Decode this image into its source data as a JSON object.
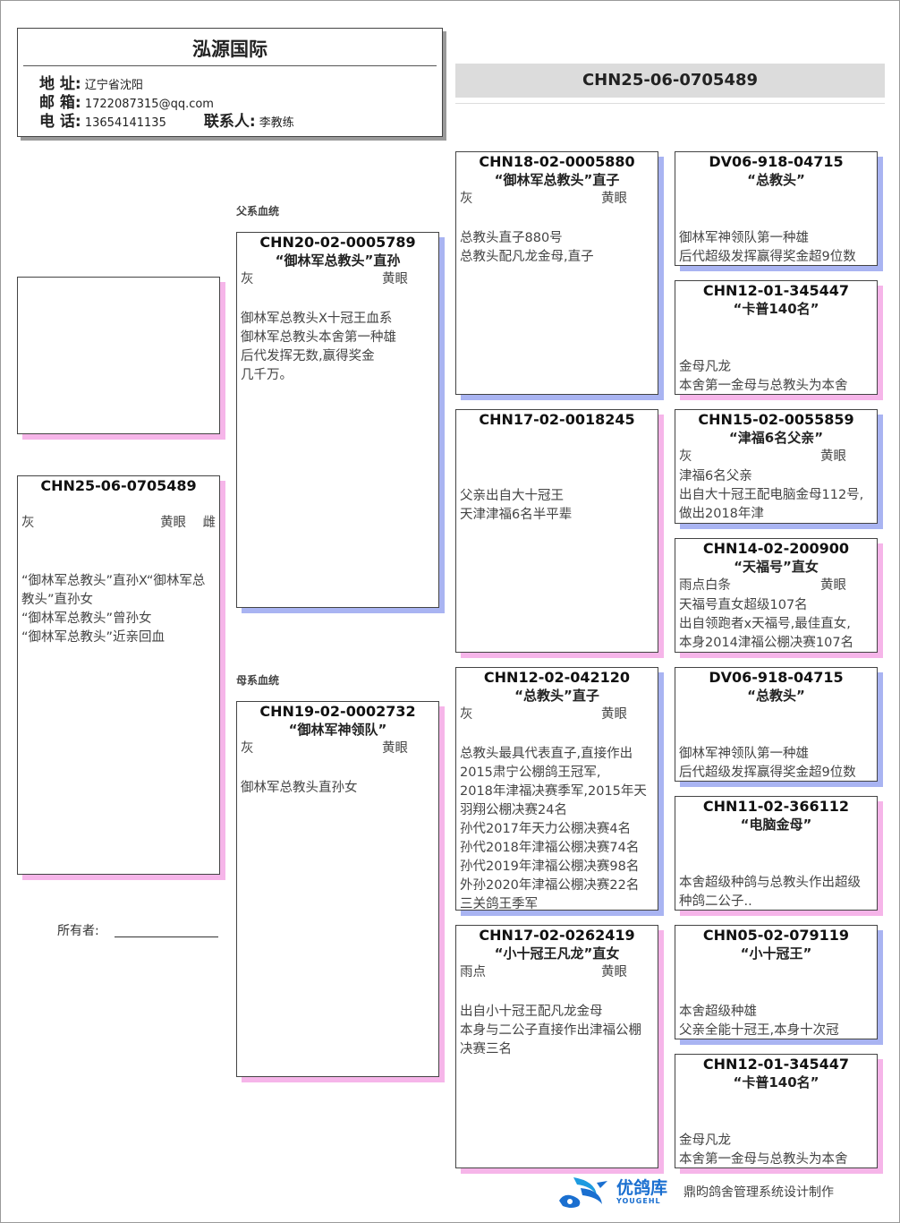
{
  "header": {
    "loft_name": "泓源国际",
    "address_label": "地 址:",
    "address": "辽宁省沈阳",
    "email_label": "邮 箱:",
    "email": "1722087315@qq.com",
    "phone_label": "电 话:",
    "phone": "13654141135",
    "contact_label": "联系人:",
    "contact": "李教练"
  },
  "top_ring": "CHN25-06-0705489",
  "labels": {
    "paternal": "父系血统",
    "maternal": "母系血统",
    "owner": "所有者:"
  },
  "cards": {
    "subject": {
      "ring": "CHN25-06-0705489",
      "name": "",
      "color": "灰",
      "eye": "黄眼",
      "sex": "雌",
      "notes": "“御林军总教头”直孙X“御林军总教头”直孙女\n“御林军总教头”曾孙女\n“御林军总教头”近亲回血"
    },
    "sire": {
      "ring": "CHN20-02-0005789",
      "name": "“御林军总教头”直孙",
      "color": "灰",
      "eye": "黄眼",
      "notes": "御林军总教头X十冠王血系\n御林军总教头本舍第一种雄\n后代发挥无数,赢得奖金\n几千万。"
    },
    "dam": {
      "ring": "CHN19-02-0002732",
      "name": "“御林军神领队”",
      "color": "灰",
      "eye": "黄眼",
      "notes": "御林军总教头直孙女"
    },
    "ss": {
      "ring": "CHN18-02-0005880",
      "name": "“御林军总教头”直子",
      "color": "灰",
      "eye": "黄眼",
      "notes": "总教头直子880号\n总教头配凡龙金母,直子"
    },
    "sd": {
      "ring": "CHN17-02-0018245",
      "name": "",
      "color": "",
      "eye": "",
      "notes": "父亲出自大十冠王\n天津津福6名半平辈"
    },
    "ds": {
      "ring": "CHN12-02-042120",
      "name": "“总教头”直子",
      "color": "灰",
      "eye": "黄眼",
      "notes": "总教头最具代表直子,直接作出2015肃宁公棚鸽王冠军,\n2018年津福决赛季军,2015年天羽翔公棚决赛24名\n孙代2017年天力公棚决赛4名\n孙代2018年津福公棚决赛74名\n孙代2019年津福公棚决赛98名\n外孙2020年津福公棚决赛22名\n三关鸽王季军"
    },
    "dd": {
      "ring": "CHN17-02-0262419",
      "name": "“小十冠王凡龙”直女",
      "color": "雨点",
      "eye": "黄眼",
      "notes": "出自小十冠王配凡龙金母\n本身与二公子直接作出津福公棚决赛三名"
    },
    "sss": {
      "ring": "DV06-918-04715",
      "name": "“总教头”",
      "color": "",
      "eye": "",
      "notes": "御林军神领队第一种雄\n后代超级发挥赢得奖金超9位数"
    },
    "ssd": {
      "ring": "CHN12-01-345447",
      "name": "“卡普140名”",
      "color": "",
      "eye": "",
      "notes": "金母凡龙\n本舍第一金母与总教头为本舍"
    },
    "sds": {
      "ring": "CHN15-02-0055859",
      "name": "“津福6名父亲”",
      "color": "灰",
      "eye": "黄眼",
      "notes": "津福6名父亲\n出自大十冠王配电脑金母112号,做出2018年津"
    },
    "sdd": {
      "ring": "CHN14-02-200900",
      "name": "“天福号”直女",
      "color": "雨点白条",
      "eye": "黄眼",
      "notes": "天福号直女超级107名\n出自领跑者x天福号,最佳直女,\n本身2014津福公棚决赛107名"
    },
    "dss": {
      "ring": "DV06-918-04715",
      "name": "“总教头”",
      "color": "",
      "eye": "",
      "notes": "御林军神领队第一种雄\n后代超级发挥赢得奖金超9位数"
    },
    "dsd": {
      "ring": "CHN11-02-366112",
      "name": "“电脑金母”",
      "color": "",
      "eye": "",
      "notes": "本舍超级种鸽与总教头作出超级种鸽二公子.."
    },
    "dds": {
      "ring": "CHN05-02-079119",
      "name": "“小十冠王”",
      "color": "",
      "eye": "",
      "notes": "本舍超级种雄\n父亲全能十冠王,本身十次冠"
    },
    "ddd": {
      "ring": "CHN12-01-345447",
      "name": "“卡普140名”",
      "color": "",
      "eye": "",
      "notes": "金母凡龙\n本舍第一金母与总教头为本舍"
    }
  },
  "footer": {
    "brand": "优鸽库",
    "brand_en": "YOUGEHL",
    "credit": "鼎昀鸽舍管理系统设计制作"
  },
  "colors": {
    "male_shadow": "#a9b4f2",
    "female_shadow": "#f6b5e9"
  }
}
